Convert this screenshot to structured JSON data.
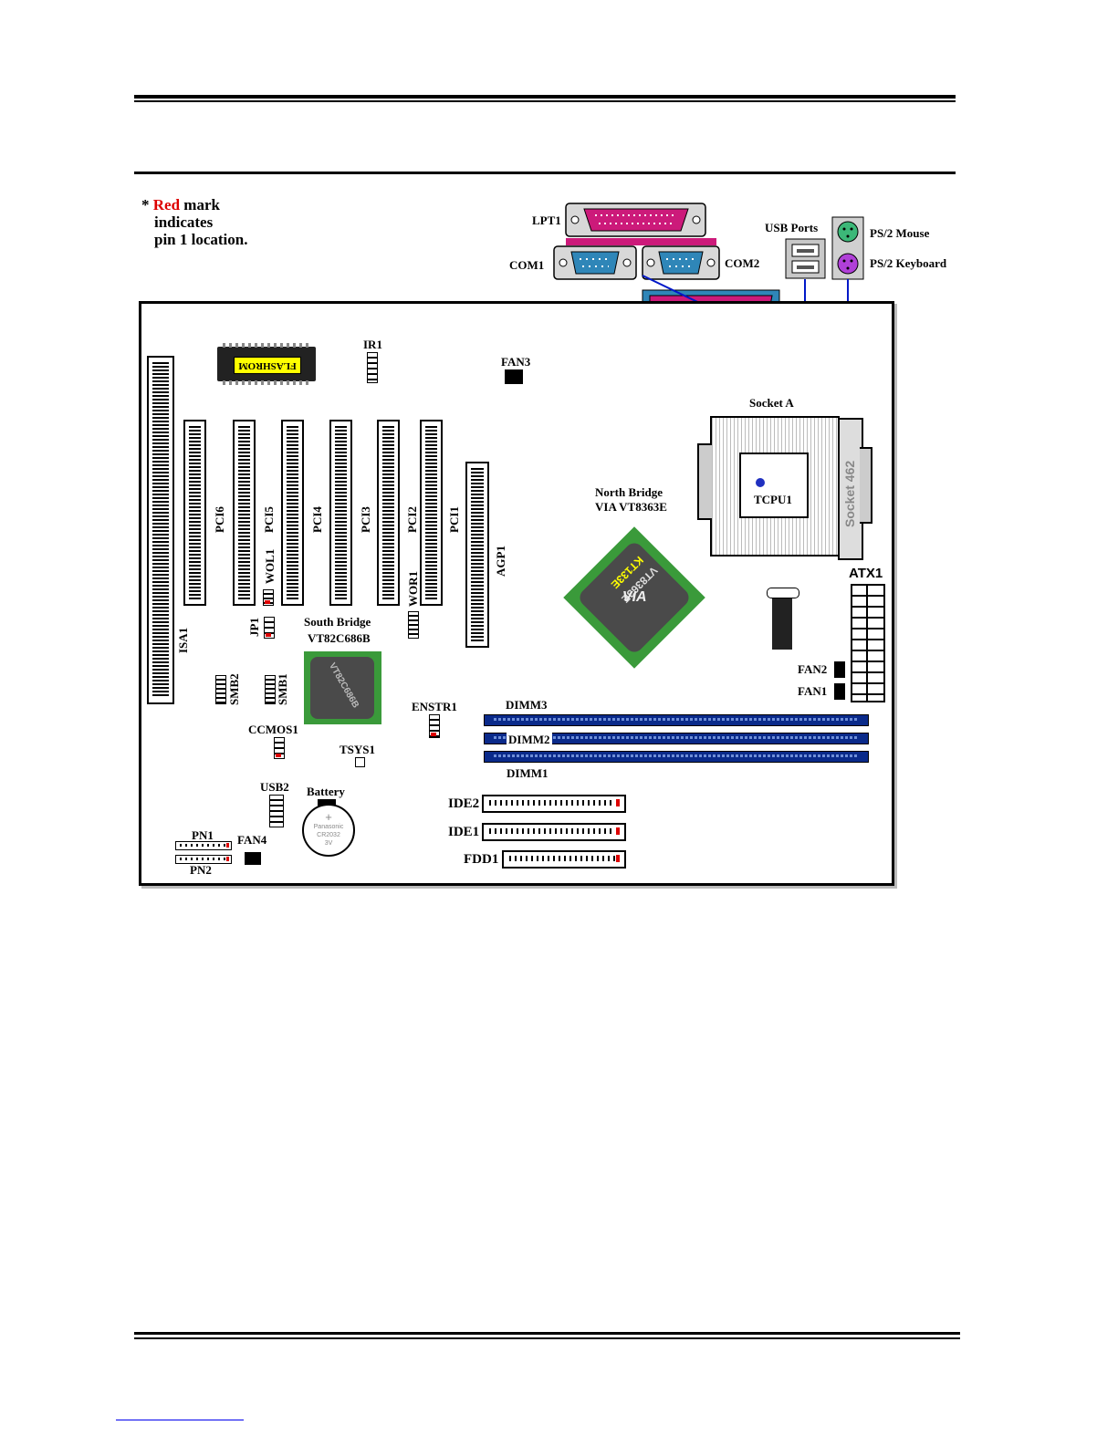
{
  "note": {
    "star": "*",
    "red_word": "Red",
    "rest1": "mark",
    "line2": "indicates",
    "line3": "pin 1 location."
  },
  "io": {
    "lpt1": "LPT1",
    "com1": "COM1",
    "com2": "COM2",
    "usb_ports": "USB Ports",
    "ps2_mouse": "PS/2 Mouse",
    "ps2_keyboard": "PS/2 Keyboard"
  },
  "board": {
    "flashrom": "FLASHROM",
    "ir1": "IR1",
    "fan3": "FAN3",
    "socket_a": "Socket A",
    "socket_462": "Socket 462",
    "tcpu1": "TCPU1",
    "north_bridge_1": "North Bridge",
    "north_bridge_2": "VIA VT8363E",
    "north_chip_1": "VT8363E",
    "north_chip_2": "KT133E",
    "via_logo": "VIA",
    "pci6": "PCI6",
    "pci5": "PCI5",
    "pci4": "PCI4",
    "pci3": "PCI3",
    "pci2": "PCI2",
    "pci1": "PCI1",
    "agp1": "AGP1",
    "isa1": "ISA1",
    "wol1": "WOL1",
    "wor1": "WOR1",
    "jp1": "JP1",
    "south_bridge_1": "South Bridge",
    "south_bridge_2": "VT82C686B",
    "south_chip": "VT82C686B",
    "smb2": "SMB2",
    "smb1": "SMB1",
    "ccmos1": "CCMOS1",
    "tsys1": "TSYS1",
    "enstr1": "ENSTR1",
    "atx1": "ATX1",
    "fan2": "FAN2",
    "fan1": "FAN1",
    "dimm3": "DIMM3",
    "dimm2": "DIMM2",
    "dimm1": "DIMM1",
    "ide2": "IDE2",
    "ide1": "IDE1",
    "fdd1": "FDD1",
    "usb2": "USB2",
    "battery": "Battery",
    "battery_plus": "+",
    "battery_brand": "Panasonic",
    "battery_model": "CR2032",
    "battery_volt": "3V",
    "pn1": "PN1",
    "pn2": "PN2",
    "fan4": "FAN4"
  },
  "colors": {
    "pin1_red": "#dd0000",
    "dimm_blue": "#0a2a8a",
    "parallel_magenta": "#cc1a7a",
    "serial_blue": "#2f86b8",
    "chip_green": "#3a9a3a",
    "usb_gray": "#888888"
  }
}
